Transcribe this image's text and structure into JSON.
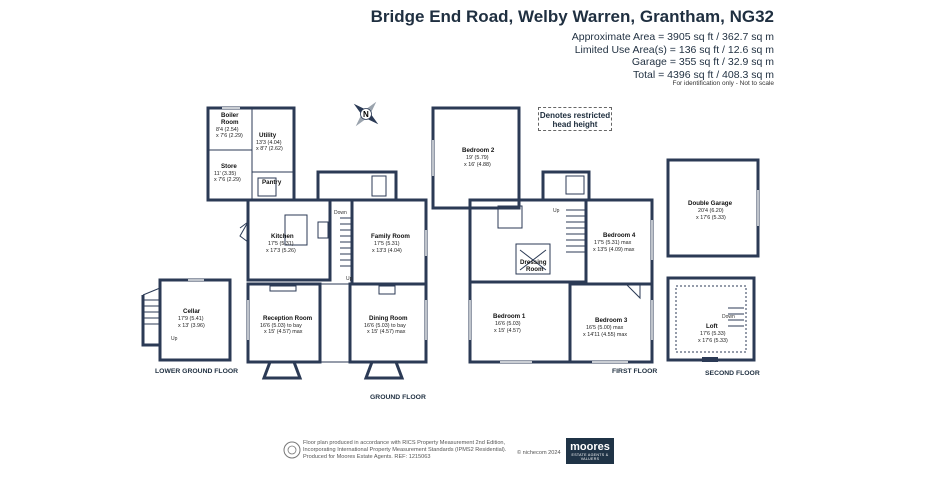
{
  "header": {
    "title": "Bridge End Road, Welby Warren, Grantham, NG32",
    "areas": [
      "Approximate Area = 3905 sq ft / 362.7 sq m",
      "Limited Use Area(s) = 136 sq ft / 12.6 sq m",
      "Garage = 355 sq ft / 32.9 sq m",
      "Total = 4396 sq ft / 408.3 sq m"
    ],
    "note": "For identification only - Not to scale"
  },
  "legend": {
    "line1": "Denotes restricted",
    "line2": "head height"
  },
  "compass": {
    "letter": "N"
  },
  "floors": {
    "lower": "LOWER GROUND FLOOR",
    "ground": "GROUND FLOOR",
    "first": "FIRST FLOOR",
    "second": "SECOND FLOOR"
  },
  "rooms": {
    "boiler": {
      "name1": "Boiler",
      "name2": "Room",
      "d1": "8'4 (2.54)",
      "d2": "x 7'6 (2.29)"
    },
    "utility": {
      "name": "Utility",
      "d1": "13'3 (4.04)",
      "d2": "x 8'7 (2.62)"
    },
    "store": {
      "name": "Store",
      "d1": "11' (3.35)",
      "d2": "x 7'6 (2.29)"
    },
    "pantry": {
      "name": "Pantry"
    },
    "kitchen": {
      "name": "Kitchen",
      "d1": "17'5 (5.31)",
      "d2": "x 17'3 (5.26)"
    },
    "family": {
      "name": "Family Room",
      "d1": "17'5 (5.31)",
      "d2": "x 13'3 (4.04)"
    },
    "reception": {
      "name": "Reception Room",
      "d1": "16'6 (5.03) to bay",
      "d2": "x 15' (4.57) max"
    },
    "dining": {
      "name": "Dining Room",
      "d1": "16'6 (5.03) to bay",
      "d2": "x 15' (4.57) max"
    },
    "cellar": {
      "name": "Cellar",
      "d1": "17'9 (5.41)",
      "d2": "x 13' (3.96)"
    },
    "bed2": {
      "name": "Bedroom 2",
      "d1": "19' (5.79)",
      "d2": "x 16' (4.88)"
    },
    "bed4": {
      "name": "Bedroom 4",
      "d1": "17'5 (5.31) max",
      "d2": "x 13'5 (4.09) max"
    },
    "bed1": {
      "name": "Bedroom 1",
      "d1": "16'6 (5.03)",
      "d2": "x 15' (4.57)"
    },
    "bed3": {
      "name": "Bedroom 3",
      "d1": "16'5 (5.00) max",
      "d2": "x 14'11 (4.55) max"
    },
    "dressing": {
      "name1": "Dressing",
      "name2": "Room"
    },
    "garage": {
      "name": "Double Garage",
      "d1": "20'4 (6.20)",
      "d2": "x 17'6 (5.33)"
    },
    "loft": {
      "name": "Loft",
      "d1": "17'6 (5.33)",
      "d2": "x 17'6 (5.33)"
    }
  },
  "labels": {
    "down": "Down",
    "up": "Up"
  },
  "footer": {
    "line1": "Floor plan produced in accordance with RICS Property Measurement 2nd Edition,",
    "line2": "Incorporating International Property Measurement Standards (IPMS2 Residential).",
    "line3": "Produced for Moores Estate Agents.   REF:  1215063",
    "credit": "© nichecom 2024",
    "brand": "moores",
    "brand_sub": "ESTATE AGENTS & VALUERS"
  }
}
